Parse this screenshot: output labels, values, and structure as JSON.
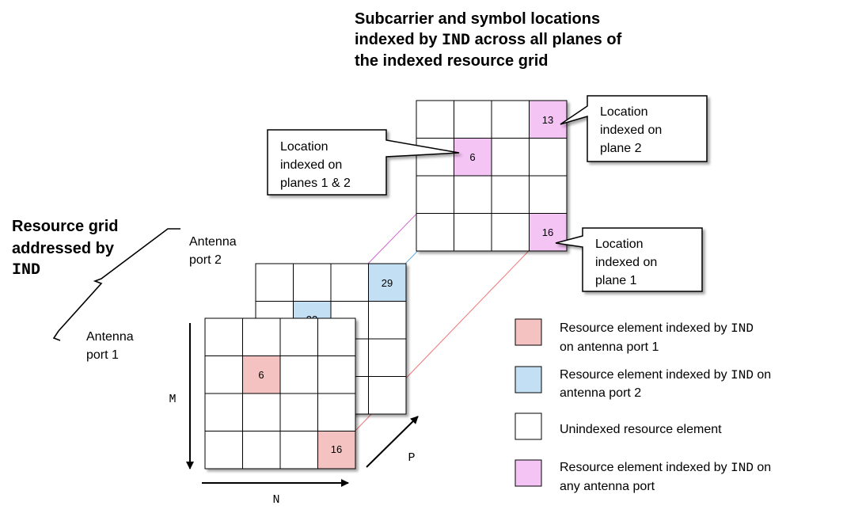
{
  "title": {
    "line1": "Subcarrier and symbol locations",
    "line2_pre": "indexed by ",
    "line2_code": "IND",
    "line2_post": " across all planes of",
    "line3": "the indexed resource grid"
  },
  "left_heading": {
    "line1": "Resource grid",
    "line2": "addressed by",
    "line3_code": "IND"
  },
  "port_labels": {
    "port2": [
      "Antenna",
      "port 2"
    ],
    "port1": [
      "Antenna",
      "port 1"
    ]
  },
  "callouts": {
    "planes_1_2": [
      "Location",
      "indexed on",
      "planes 1 & 2"
    ],
    "plane_2": [
      "Location",
      "indexed on",
      "plane 2"
    ],
    "plane_1": [
      "Location",
      "indexed on",
      "plane 1"
    ]
  },
  "axes": {
    "m": "M",
    "n": "N",
    "p": "P"
  },
  "grid_values": {
    "port1_cell_a": "6",
    "port1_cell_b": "16",
    "port2_cell_top": "29",
    "port2_cell_partial": "22",
    "combined_cell_a": "13",
    "combined_cell_b": "6",
    "combined_cell_c": "16"
  },
  "legend": [
    {
      "color": "#f4c2c0",
      "text_pre": "Resource element indexed by ",
      "code": "IND",
      "text_post": "",
      "line2": "on antenna port 1"
    },
    {
      "color": "#c2dff4",
      "text_pre": "Resource element indexed by ",
      "code": "IND",
      "text_post": " on",
      "line2": "antenna port 2"
    },
    {
      "color": "#ffffff",
      "text_pre": "Unindexed resource element",
      "code": "",
      "text_post": "",
      "line2": ""
    },
    {
      "color": "#f4c4f4",
      "text_pre": "Resource element indexed by ",
      "code": "IND",
      "text_post": " on",
      "line2": "any antenna port"
    }
  ],
  "colors": {
    "port1": "#f4c2c0",
    "port2": "#c2dff4",
    "any": "#f4c4f4",
    "unindexed": "#ffffff"
  }
}
